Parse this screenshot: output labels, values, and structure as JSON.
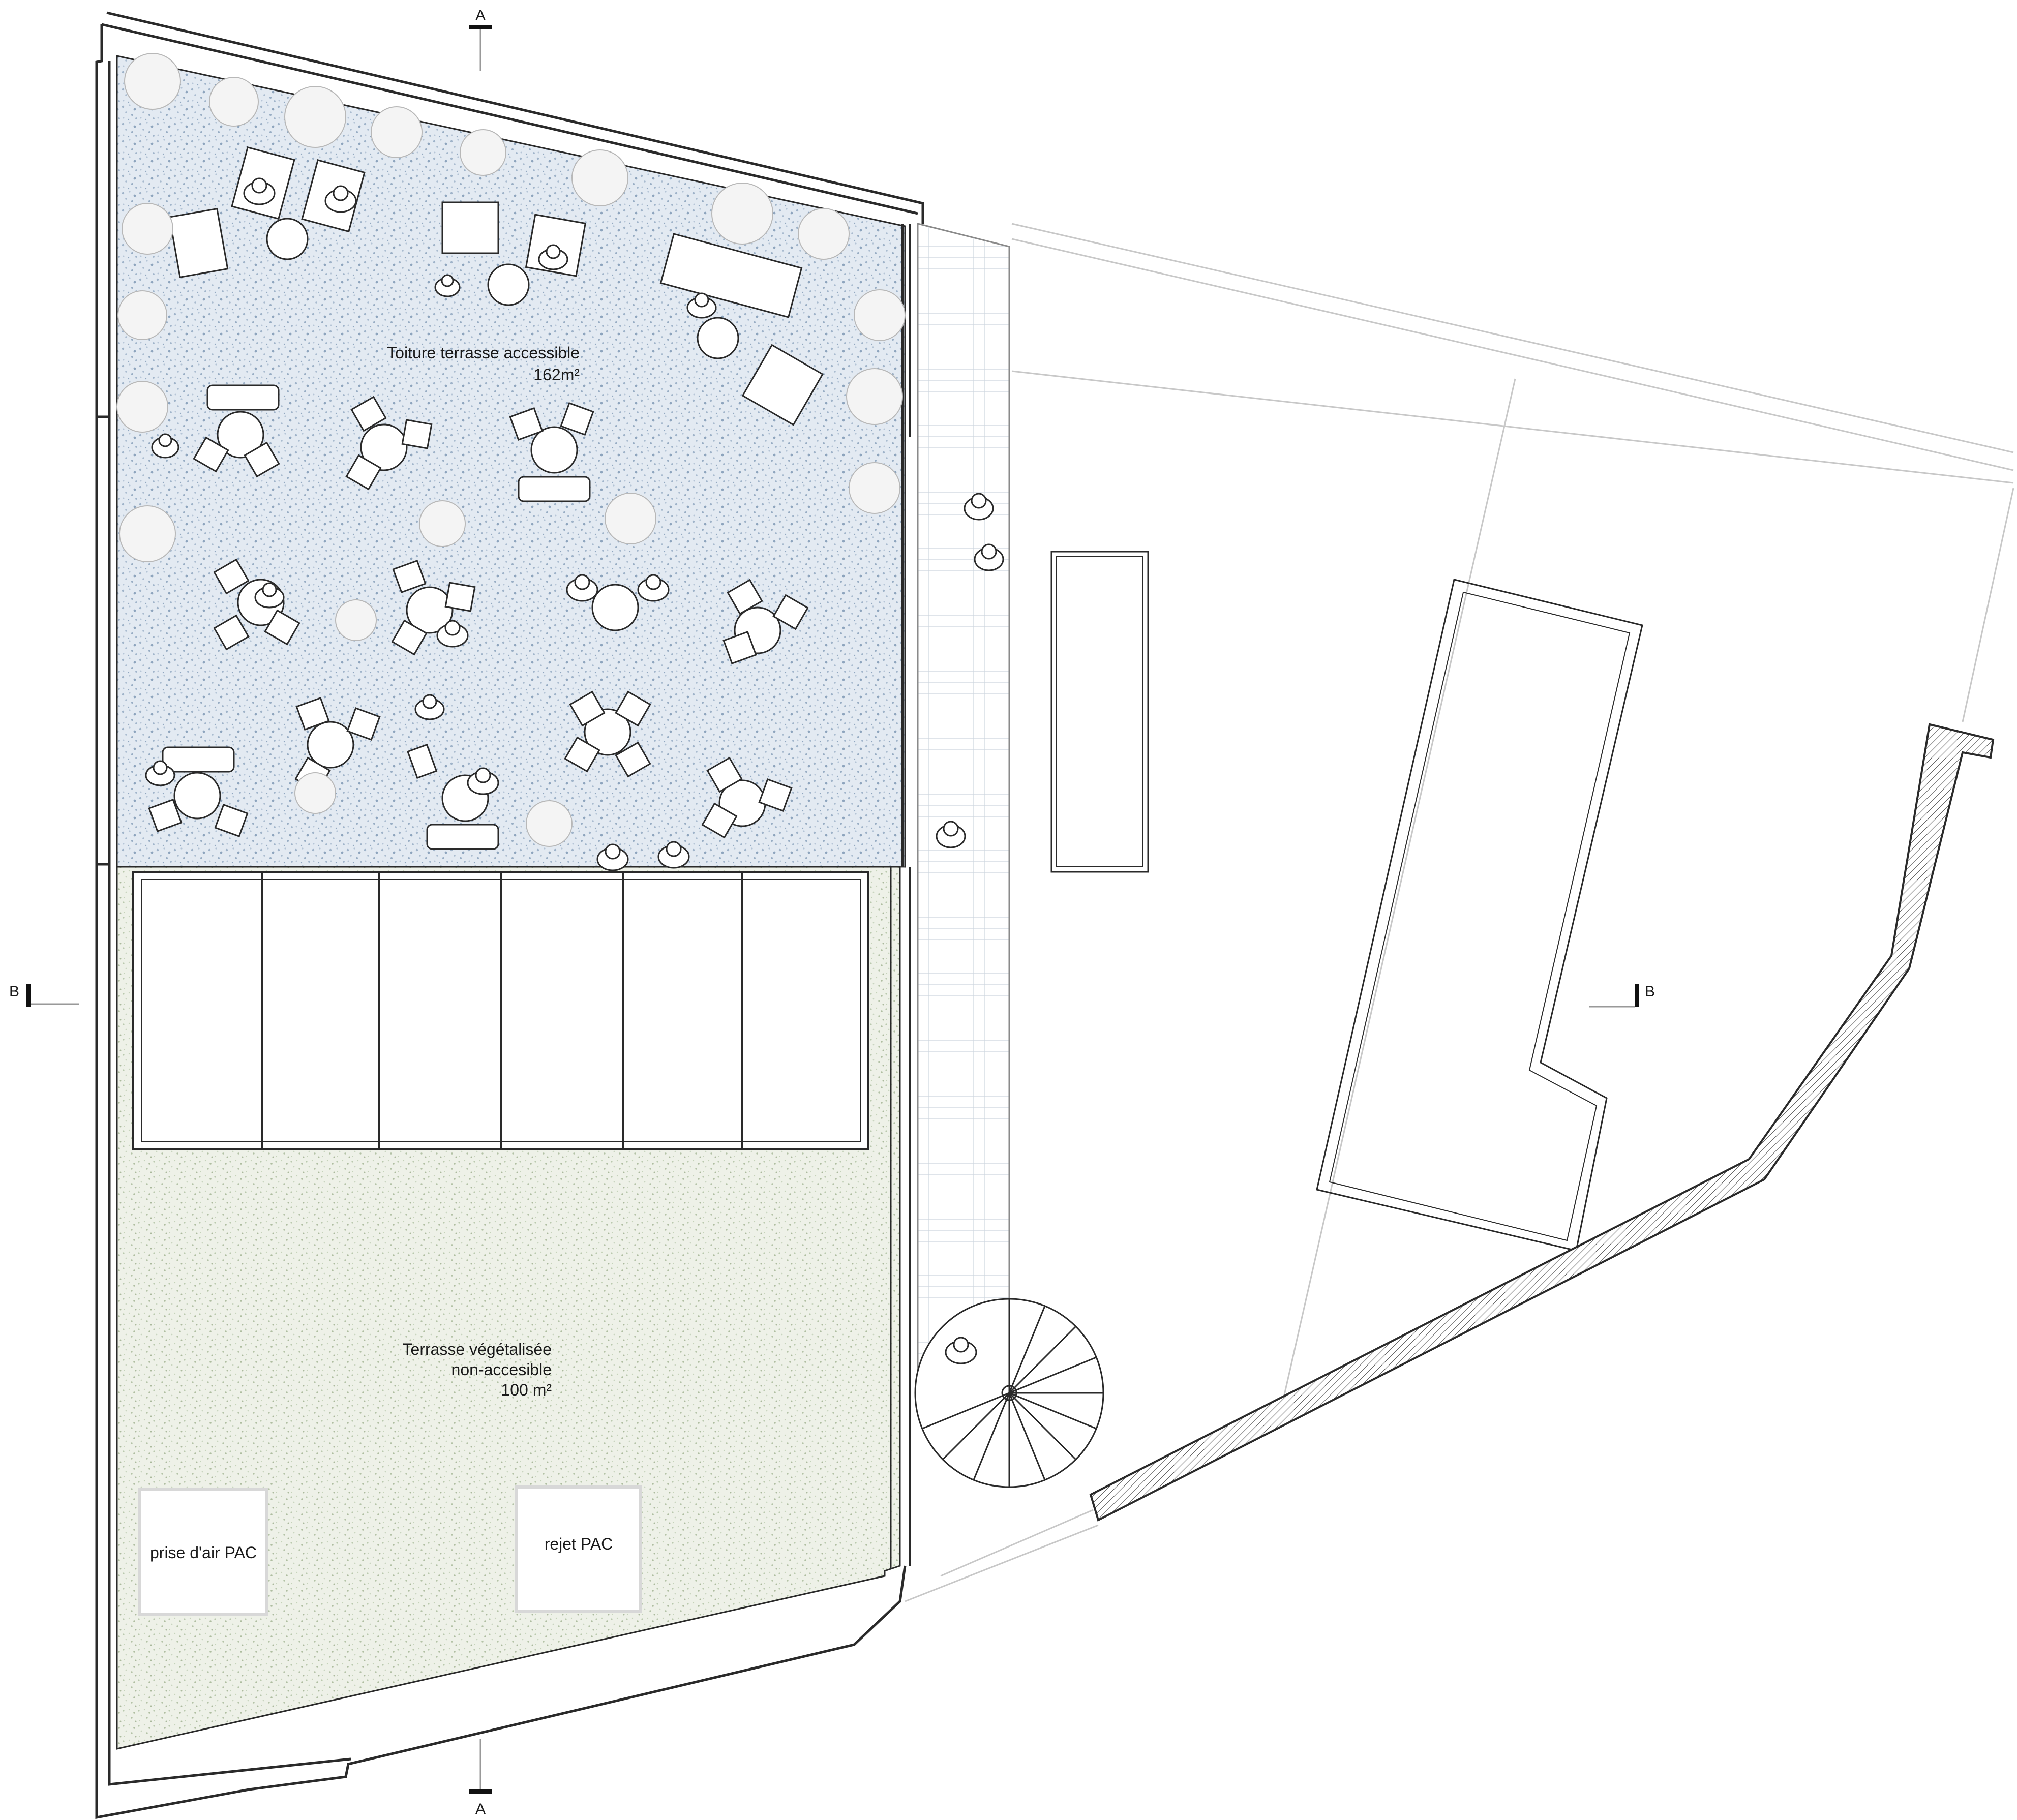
{
  "section_markers": {
    "a_top": "A",
    "a_bottom": "A",
    "b_left": "B",
    "b_right": "B"
  },
  "zones": {
    "accessible_terrace": {
      "name": "Toiture terrasse accessible",
      "area": "162m²"
    },
    "green_roof": {
      "name_line1": "Terrasse végétalisée",
      "name_line2": "non-accesible",
      "area": "100 m²"
    }
  },
  "equipment": {
    "air_intake": "prise d'air PAC",
    "air_exhaust": "rejet PAC"
  },
  "colors": {
    "line": "#2a2a2a",
    "accessible_fill": "#dde6ef",
    "green_fill": "#e9eee2",
    "walkway_grid": "#c9d2dc",
    "wall_hatch": "#555555"
  }
}
